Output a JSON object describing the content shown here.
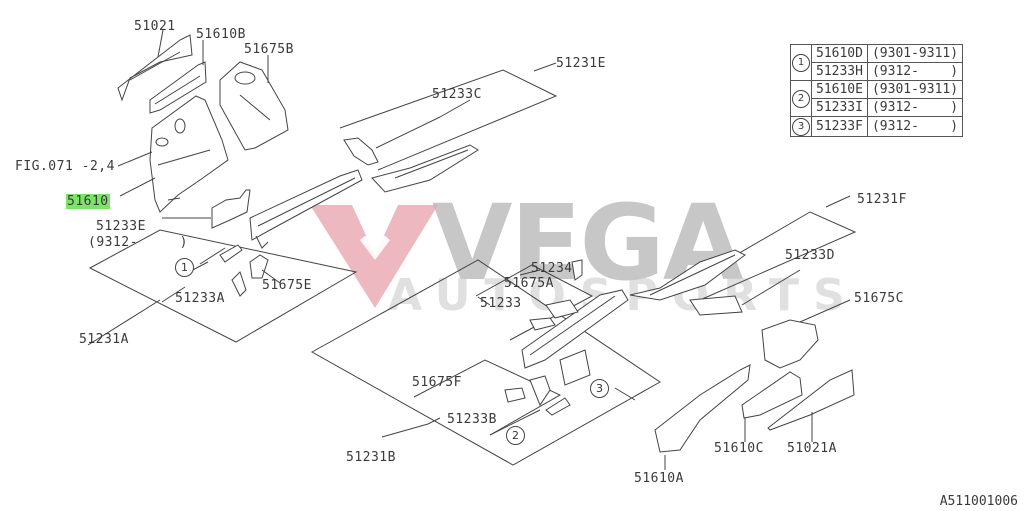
{
  "diagram": {
    "title": "Body floor / side frame parts diagram",
    "document_id": "A511001006",
    "highlighted_part": "51610",
    "watermark": {
      "main": "VEGA",
      "sub": "AUTOSPORTS",
      "accent_color": "#e8a0ac",
      "text_color": "#b8b8b8"
    },
    "highlight_color": "#7ee36b",
    "labels": {
      "p51021": "51021",
      "p51610B": "51610B",
      "p51675B": "51675B",
      "fig071": "FIG.071 -2,4",
      "p51610": "51610",
      "p51233E": "51233E",
      "p51233E_date": "(9312-     )",
      "p51233A": "51233A",
      "p51675E": "51675E",
      "p51231A": "51231A",
      "p51233C": "51233C",
      "p51231E": "51231E",
      "p51234": "51234",
      "p51675A": "51675A",
      "p51233": "51233",
      "p51675F": "51675F",
      "p51233B": "51233B",
      "p51231B": "51231B",
      "p51231F": "51231F",
      "p51233D": "51233D",
      "p51675C": "51675C",
      "p51610A": "51610A",
      "p51610C": "51610C",
      "p51021A": "51021A"
    },
    "callouts": {
      "c1": "1",
      "c2": "2",
      "c3": "3"
    }
  },
  "legend_table": {
    "rows": [
      {
        "symbol": "1",
        "part": "51610D",
        "range": "(9301-9311)"
      },
      {
        "symbol": "",
        "part": "51233H",
        "range": "(9312-    )"
      },
      {
        "symbol": "2",
        "part": "51610E",
        "range": "(9301-9311)"
      },
      {
        "symbol": "",
        "part": "51233I",
        "range": "(9312-    )"
      },
      {
        "symbol": "3",
        "part": "51233F",
        "range": "(9312-    )"
      }
    ]
  }
}
